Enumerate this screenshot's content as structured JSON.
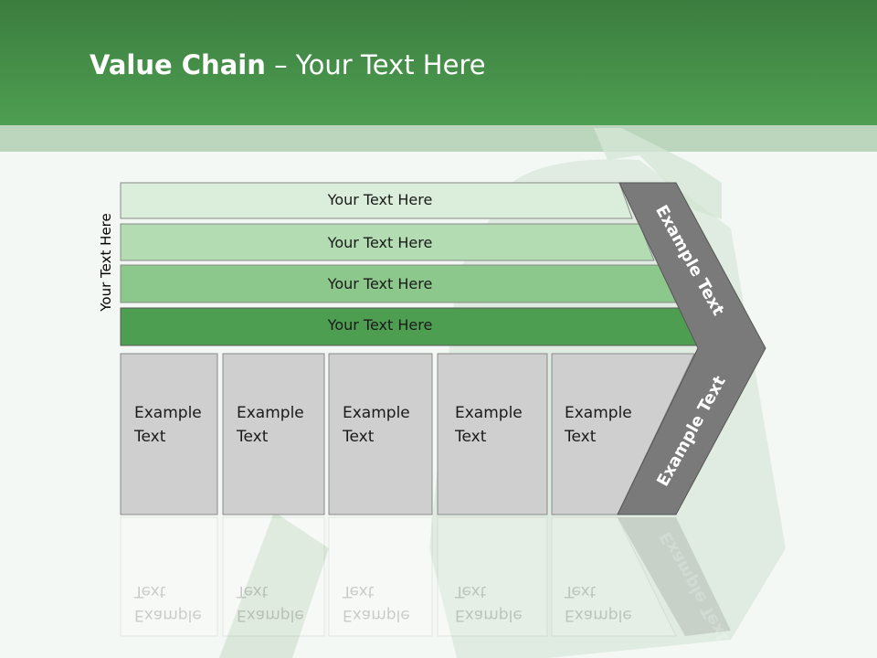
{
  "title": {
    "bold": "Value Chain",
    "rest": " – Your Text Here"
  },
  "side_label": "Your Text Here",
  "bars": [
    {
      "label": "Your Text Here",
      "color": "#dbeedb"
    },
    {
      "label": "Your Text Here",
      "color": "#b3dcb3"
    },
    {
      "label": "Your Text Here",
      "color": "#8cc78c"
    },
    {
      "label": "Your Text Here",
      "color": "#4e9e52"
    }
  ],
  "columns": [
    {
      "label": "Example\nText"
    },
    {
      "label": "Example\nText"
    },
    {
      "label": "Example\nText"
    },
    {
      "label": "Example\nText"
    },
    {
      "label": "Example\nText"
    }
  ],
  "arrow": {
    "upper_label": "Example Text",
    "lower_label": "Example Text",
    "color": "#7a7a7a"
  },
  "colors": {
    "header": "#4a9a4e",
    "band": "#bcd6bd",
    "column": "#cfcfcf"
  }
}
